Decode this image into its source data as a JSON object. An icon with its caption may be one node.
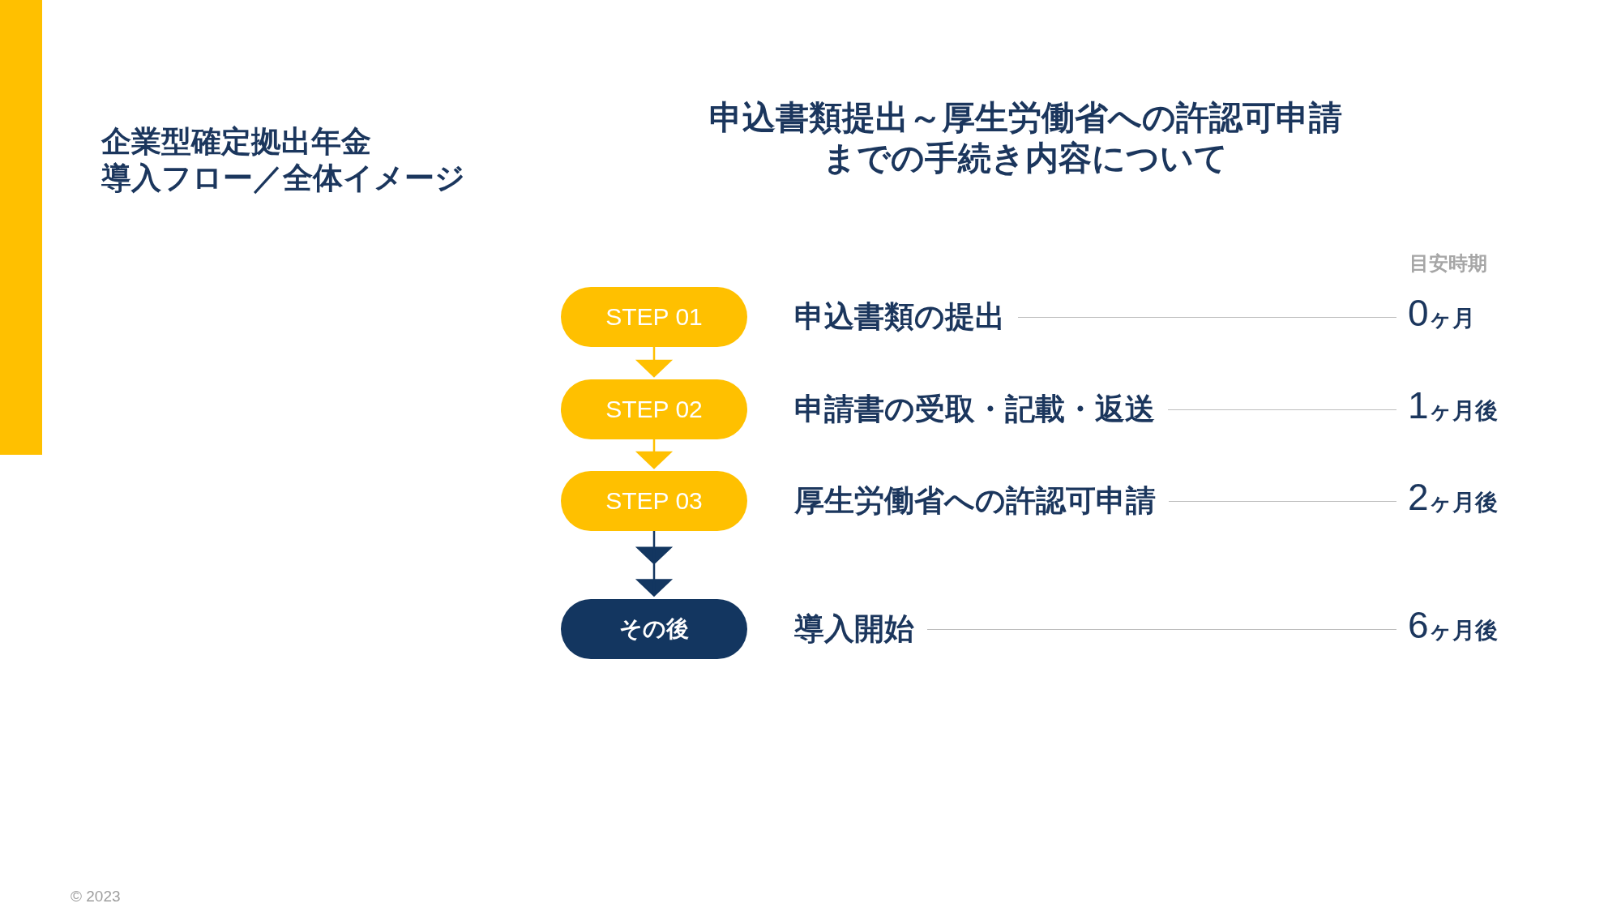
{
  "diagram": {
    "title": "申込書類提出～厚生労働省への許認可申請までの手続き内容について",
    "nodes": [
      {
        "text": [
          "STEP 01"
        ]
      },
      {
        "text": [
          "申込書類の提出"
        ]
      },
      {
        "text": [
          "0ヶ月"
        ]
      },
      {
        "text": [
          "STEP 02"
        ]
      },
      {
        "text": [
          "申請書の受取・記載・返送"
        ]
      },
      {
        "text": [
          "1ヶ月後"
        ]
      },
      {
        "text": [
          "STEP 03"
        ]
      },
      {
        "text": [
          "厚生労働省への許認可申請"
        ]
      },
      {
        "text": [
          "2ヶ月後"
        ]
      },
      {
        "text": [
          "その後"
        ]
      },
      {
        "text": [
          "導入開始"
        ]
      },
      {
        "text": [
          "6ヶ月後"
        ]
      }
    ],
    "edges": [
      {
        "from": 0,
        "to": 3,
        "arrow": "to",
        "color": "#ffc000"
      },
      {
        "from": 3,
        "to": 6,
        "arrow": "to",
        "color": "#ffc000"
      },
      {
        "from": 6,
        "to": 9,
        "arrow": "to",
        "color": "#133660"
      },
      {
        "from": 1,
        "to": 2,
        "arrow": "none"
      },
      {
        "from": 4,
        "to": 5,
        "arrow": "none"
      },
      {
        "from": 7,
        "to": 8,
        "arrow": "none"
      },
      {
        "from": 10,
        "to": 11,
        "arrow": "none"
      }
    ],
    "labels": [
      "企業型確定拠出年金導入フロー／全体イメージ",
      "目安時期",
      "© 2023"
    ]
  }
}
